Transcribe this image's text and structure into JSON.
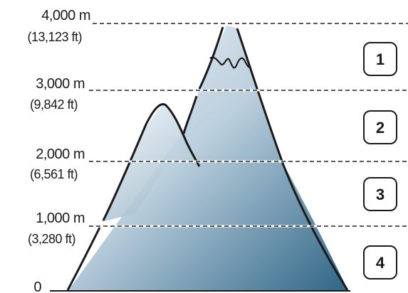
{
  "levels": [
    {
      "meters": "4,000 m",
      "feet": "(13,123 ft)"
    },
    {
      "meters": "3,000 m",
      "feet": "(9,842 ft)"
    },
    {
      "meters": "2,000 m",
      "feet": "(6,561 ft)"
    },
    {
      "meters": "1,000 m",
      "feet": "(3,280 ft)"
    },
    {
      "meters": "0",
      "feet": ""
    }
  ],
  "zones": [
    "1",
    "2",
    "3",
    "4"
  ],
  "colors": {
    "peak_light": "#eef2f8",
    "base_dark": "#2e6586",
    "outline": "#1a1a1a",
    "dash": "#222222"
  }
}
